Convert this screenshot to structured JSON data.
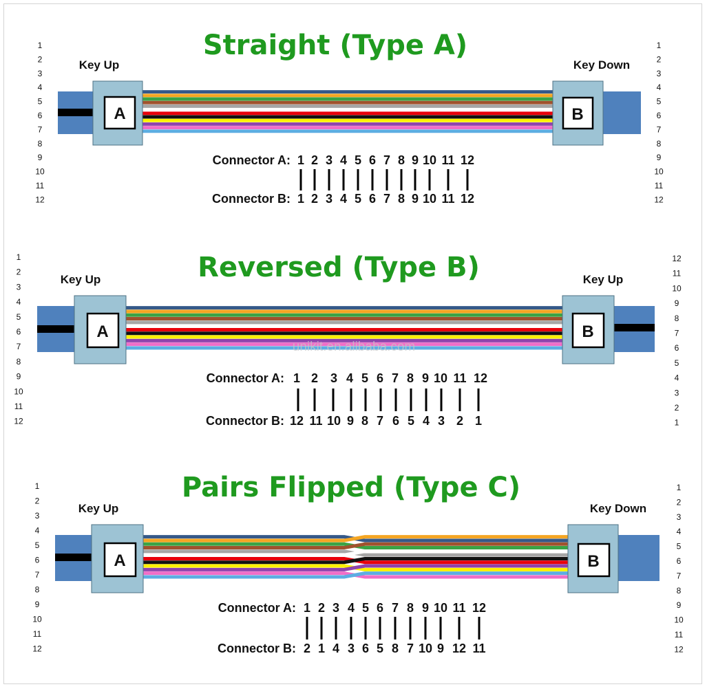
{
  "colors": {
    "title": "#1f9a1f",
    "boot": "#4f81bd",
    "connector_body": "#9dc3d4",
    "fibers": [
      "#355989",
      "#f5a623",
      "#3aa345",
      "#a0522d",
      "#a6a6a6",
      "#ffffff",
      "#e8000b",
      "#111111",
      "#fff200",
      "#8e44ad",
      "#f06ec8",
      "#5dade2"
    ]
  },
  "watermark": "unikit.en.alibaba.com",
  "sections": [
    {
      "title": "Straight (Type A)",
      "left_key": "Key Up",
      "right_key": "Key Down",
      "left_connector": "A",
      "right_connector": "B",
      "left_numbers": [
        "1",
        "2",
        "3",
        "4",
        "5",
        "6",
        "7",
        "8",
        "9",
        "10",
        "11",
        "12"
      ],
      "right_numbers": [
        "1",
        "2",
        "3",
        "4",
        "5",
        "6",
        "7",
        "8",
        "9",
        "10",
        "11",
        "12"
      ],
      "row_a_label": "Connector A:",
      "row_b_label": "Connector B:",
      "row_a": [
        "1",
        "2",
        "3",
        "4",
        "5",
        "6",
        "7",
        "8",
        "9",
        "10",
        "11",
        "12"
      ],
      "row_b": [
        "1",
        "2",
        "3",
        "4",
        "5",
        "6",
        "7",
        "8",
        "9",
        "10",
        "11",
        "12"
      ],
      "fiber_map": [
        0,
        1,
        2,
        3,
        4,
        5,
        6,
        7,
        8,
        9,
        10,
        11
      ]
    },
    {
      "title": "Reversed (Type B)",
      "left_key": "Key Up",
      "right_key": "Key Up",
      "left_connector": "A",
      "right_connector": "B",
      "left_numbers": [
        "1",
        "2",
        "3",
        "4",
        "5",
        "6",
        "7",
        "8",
        "9",
        "10",
        "11",
        "12"
      ],
      "right_numbers": [
        "12",
        "11",
        "10",
        "9",
        "8",
        "7",
        "6",
        "5",
        "4",
        "3",
        "2",
        "1"
      ],
      "row_a_label": "Connector A:",
      "row_b_label": "Connector B:",
      "row_a": [
        "1",
        "2",
        "3",
        "4",
        "5",
        "6",
        "7",
        "8",
        "9",
        "10",
        "11",
        "12"
      ],
      "row_b": [
        "12",
        "11",
        "10",
        "9",
        "8",
        "7",
        "6",
        "5",
        "4",
        "3",
        "2",
        "1"
      ],
      "fiber_map": [
        0,
        1,
        2,
        3,
        4,
        5,
        6,
        7,
        8,
        9,
        10,
        11
      ]
    },
    {
      "title": "Pairs Flipped (Type C)",
      "left_key": "Key Up",
      "right_key": "Key Down",
      "left_connector": "A",
      "right_connector": "B",
      "left_numbers": [
        "1",
        "2",
        "3",
        "4",
        "5",
        "6",
        "7",
        "8",
        "9",
        "10",
        "11",
        "12"
      ],
      "right_numbers": [
        "1",
        "2",
        "3",
        "4",
        "5",
        "6",
        "7",
        "8",
        "9",
        "10",
        "11",
        "12"
      ],
      "row_a_label": "Connector A:",
      "row_b_label": "Connector B:",
      "row_a": [
        "1",
        "2",
        "3",
        "4",
        "5",
        "6",
        "7",
        "8",
        "9",
        "10",
        "11",
        "12"
      ],
      "row_b": [
        "2",
        "1",
        "4",
        "3",
        "6",
        "5",
        "8",
        "7",
        "10",
        "9",
        "12",
        "11"
      ],
      "fiber_map": [
        1,
        0,
        3,
        2,
        5,
        4,
        7,
        6,
        9,
        8,
        11,
        10
      ]
    }
  ]
}
